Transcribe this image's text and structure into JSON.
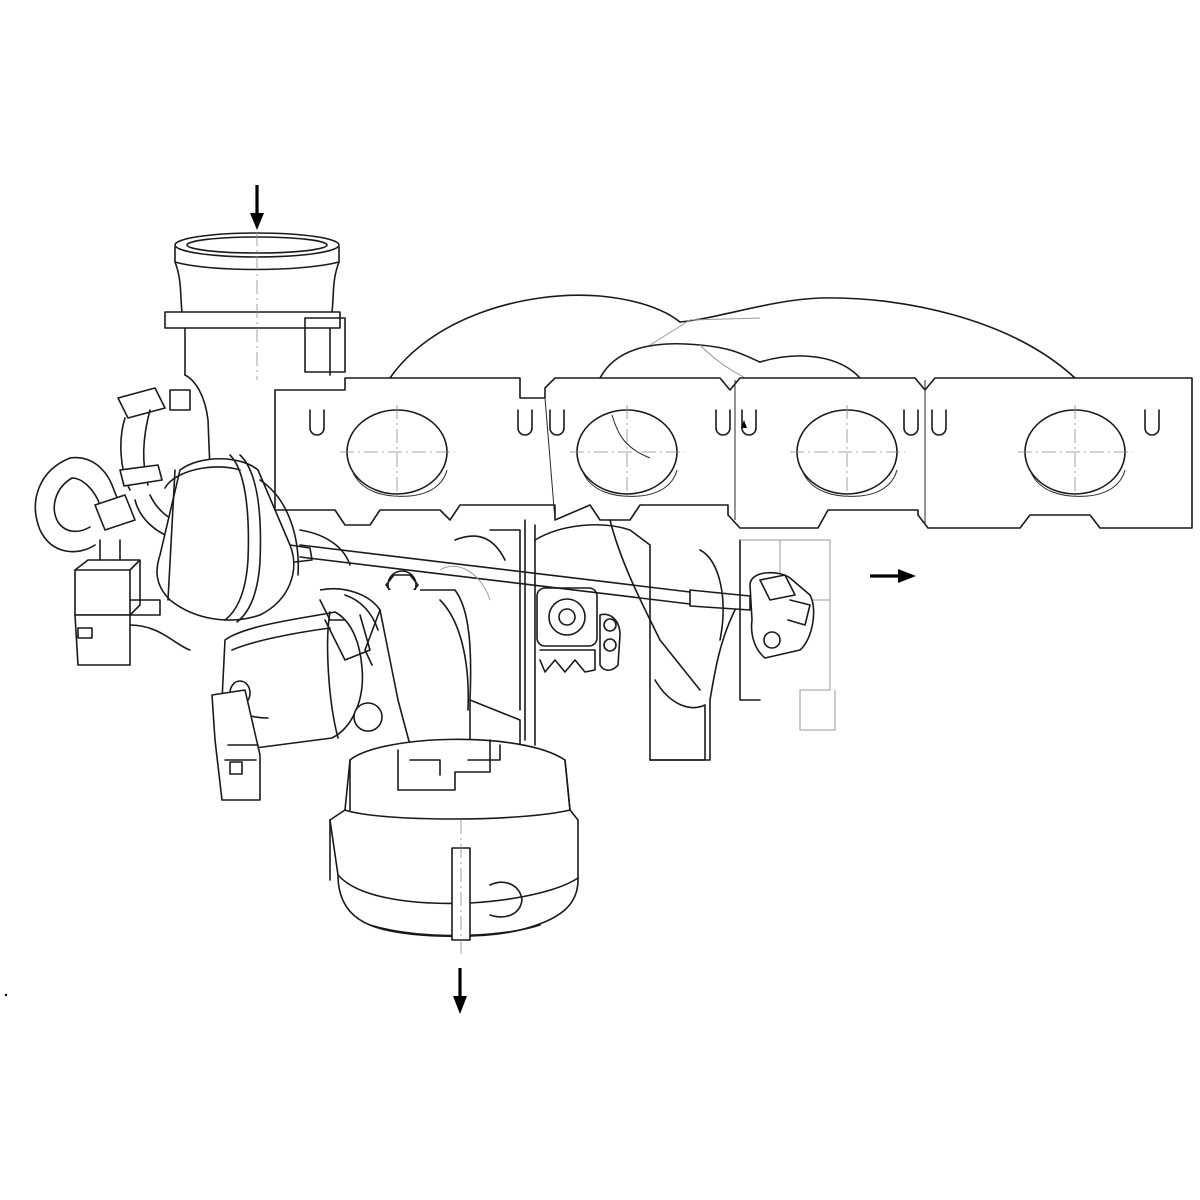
{
  "diagram": {
    "subject": "turbocharger-exhaust-manifold-assembly",
    "line_color": "#1a1a1a",
    "background_color": "#ffffff",
    "flow_arrows": [
      {
        "name": "intake-inlet-arrow",
        "direction": "down"
      },
      {
        "name": "exhaust-outlet-arrow",
        "direction": "down"
      },
      {
        "name": "charge-air-outlet-arrow",
        "direction": "right"
      }
    ],
    "manifold_ports": 4
  }
}
